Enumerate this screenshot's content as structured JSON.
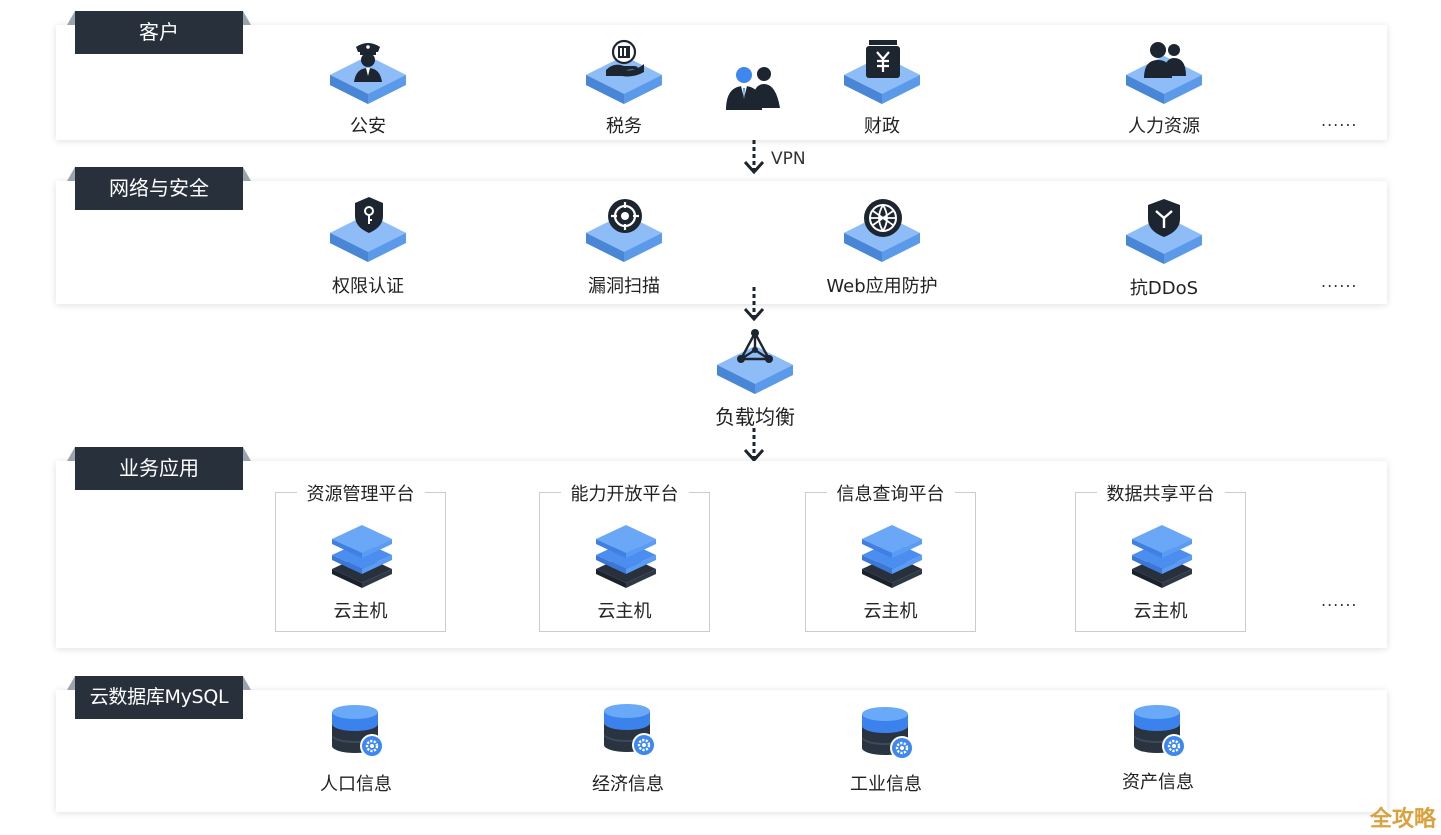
{
  "layers": {
    "customers": {
      "title": "客户",
      "items": [
        {
          "label": "公安",
          "icon": "police-icon"
        },
        {
          "label": "税务",
          "icon": "tax-icon"
        },
        {
          "label": "财政",
          "icon": "finance-icon"
        },
        {
          "label": "人力资源",
          "icon": "hr-icon"
        }
      ],
      "more": "......"
    },
    "network": {
      "title": "网络与安全",
      "items": [
        {
          "label": "权限认证",
          "icon": "shield-key-icon"
        },
        {
          "label": "漏洞扫描",
          "icon": "target-scan-icon"
        },
        {
          "label": "Web应用防护",
          "icon": "globe-protect-icon"
        },
        {
          "label": "抗DDoS",
          "icon": "ddos-shield-icon"
        }
      ],
      "more": "......"
    },
    "business": {
      "title": "业务应用",
      "platforms": [
        {
          "title": "资源管理平台",
          "label": "云主机"
        },
        {
          "title": "能力开放平台",
          "label": "云主机"
        },
        {
          "title": "信息查询平台",
          "label": "云主机"
        },
        {
          "title": "数据共享平台",
          "label": "云主机"
        }
      ],
      "more": "......"
    },
    "database": {
      "title": "云数据库MySQL",
      "items": [
        {
          "label": "人口信息",
          "icon": "database-gear-icon"
        },
        {
          "label": "经济信息",
          "icon": "database-gear-icon"
        },
        {
          "label": "工业信息",
          "icon": "database-gear-icon"
        },
        {
          "label": "资产信息",
          "icon": "database-gear-icon"
        }
      ]
    }
  },
  "connectors": {
    "vpn_label": "VPN",
    "load_balancer_label": "负载均衡"
  },
  "watermark": "全攻略",
  "colors": {
    "tag_bg": "#27303b",
    "platform_blue": "#6aa7f0",
    "icon_dark": "#1d2530",
    "accent_blue": "#3d87ef"
  }
}
